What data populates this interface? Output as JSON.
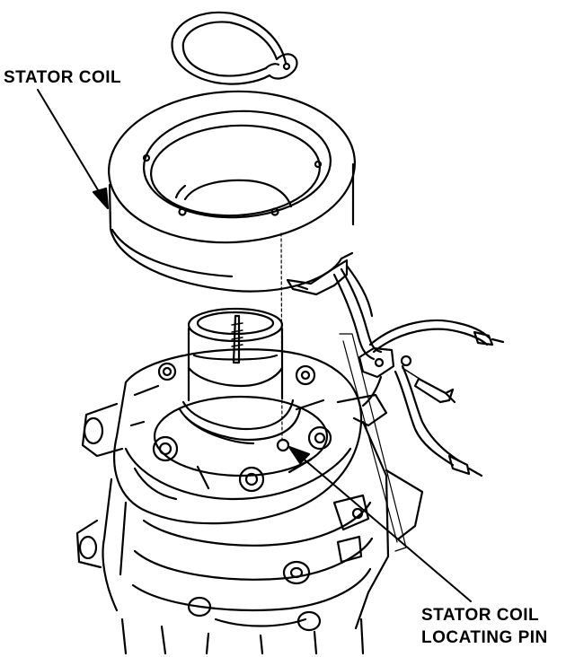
{
  "labels": {
    "stator_coil": "STATOR COIL",
    "locating_pin_line1": "STATOR COIL",
    "locating_pin_line2": "LOCATING PIN"
  },
  "colors": {
    "ink": "#000000",
    "paper": "#ffffff"
  }
}
